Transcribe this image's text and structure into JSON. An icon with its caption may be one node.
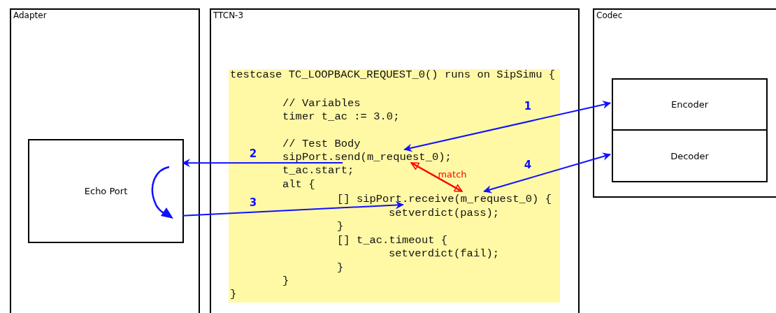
{
  "diagram": {
    "nodes": [
      {
        "text": [
          "Adapter"
        ]
      },
      {
        "text": [
          "Echo Port"
        ],
        "in": 0
      },
      {
        "text": [
          "TTCN-3"
        ]
      },
      {
        "text": [],
        "shape": "box",
        "in": 2
      },
      {
        "text": [
          "testcase TC_LOOPBACK_REQUEST_0() runs on SipSimu {"
        ],
        "in": 3
      },
      {
        "text": [
          "// Variables"
        ],
        "in": 3
      },
      {
        "text": [
          "timer t_ac := 3.0;"
        ],
        "in": 3
      },
      {
        "text": [
          "// Test Body"
        ],
        "in": 3
      },
      {
        "text": [
          "sipPort.send(m_request_0);"
        ],
        "in": 3
      },
      {
        "text": [
          "t_ac.start;"
        ],
        "in": 3
      },
      {
        "text": [
          "alt {"
        ],
        "in": 3
      },
      {
        "text": [
          "[] sipPort.receive(m_request_0) {"
        ],
        "in": 3
      },
      {
        "text": [
          "setverdict(pass);"
        ],
        "in": 3
      },
      {
        "text": [
          "}"
        ],
        "in": 3
      },
      {
        "text": [
          "[] t_ac.timeout {"
        ],
        "in": 3
      },
      {
        "text": [
          "setverdict(fail);"
        ],
        "in": 3
      },
      {
        "text": [
          "}"
        ],
        "in": 3
      },
      {
        "text": [
          "}"
        ],
        "in": 3
      },
      {
        "text": [
          "}"
        ],
        "in": 3
      },
      {
        "text": [
          "Codec"
        ]
      },
      {
        "text": [
          "Encoder"
        ],
        "in": 19
      },
      {
        "text": [
          "Decoder"
        ],
        "in": 19
      }
    ],
    "edges": [
      {
        "from": 8,
        "to": 20,
        "arrow": "both",
        "label": "1"
      },
      {
        "from": 8,
        "to": 1,
        "arrow": "to",
        "label": "2"
      },
      {
        "from": 1,
        "to": 11,
        "arrow": "to",
        "label": "3"
      },
      {
        "from": 11,
        "to": 21,
        "arrow": "both",
        "label": "4"
      },
      {
        "from": 8,
        "to": 11,
        "arrow": "both",
        "label": "match",
        "color": "#ff0000"
      }
    ]
  }
}
